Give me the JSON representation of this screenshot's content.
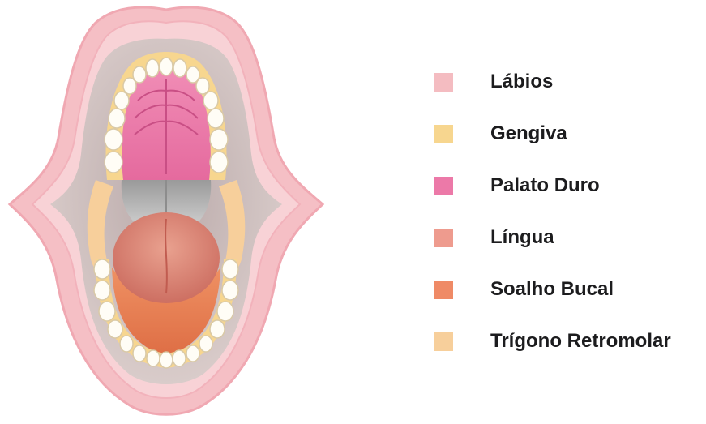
{
  "legend": {
    "items": [
      {
        "label": "Lábios",
        "color": "#f4bcc1"
      },
      {
        "label": "Gengiva",
        "color": "#f7d68f"
      },
      {
        "label": "Palato Duro",
        "color": "#ec79a8"
      },
      {
        "label": "Língua",
        "color": "#ee9b8e"
      },
      {
        "label": "Soalho Bucal",
        "color": "#ef8a66"
      },
      {
        "label": "Trígono Retromolar",
        "color": "#f7cf9b"
      }
    ]
  },
  "illustration": {
    "icon": "open-mouth-anatomy-icon"
  }
}
